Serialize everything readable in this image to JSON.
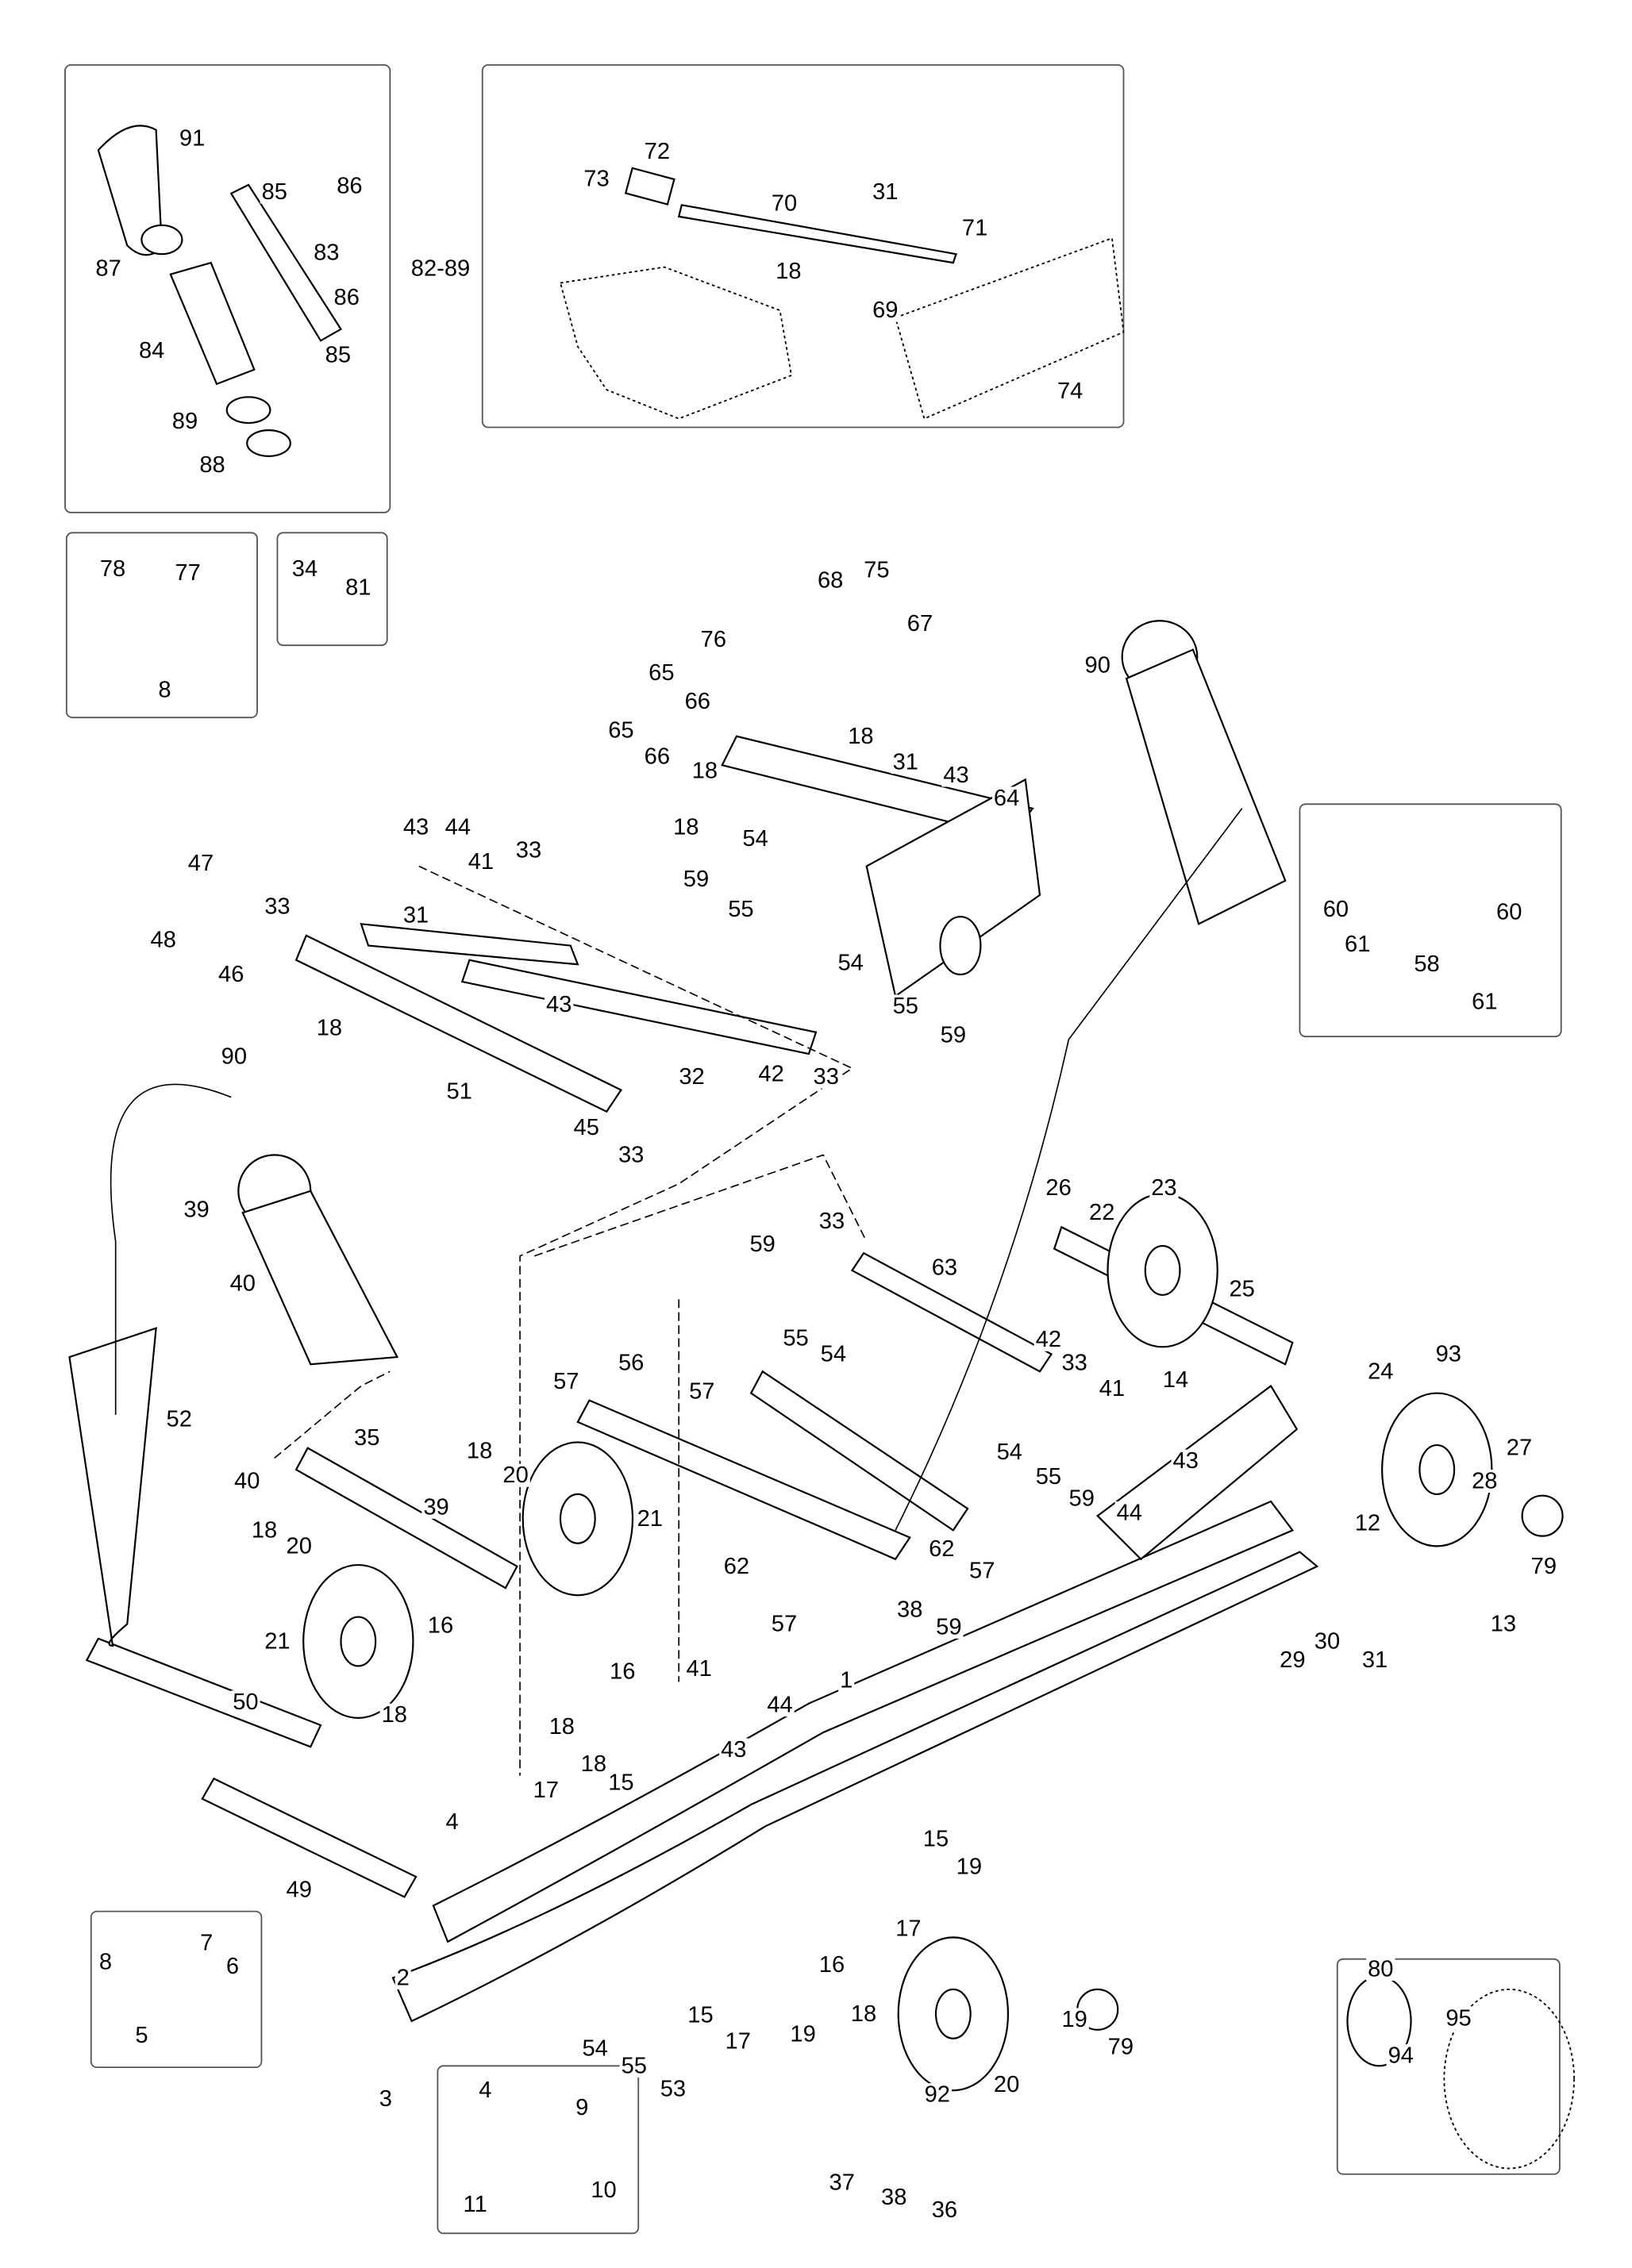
{
  "diagram": {
    "part_labels": [
      "91",
      "85",
      "86",
      "87",
      "83",
      "82-89",
      "86",
      "84",
      "85",
      "89",
      "88",
      "72",
      "73",
      "70",
      "31",
      "71",
      "18",
      "69",
      "74",
      "78",
      "77",
      "8",
      "34",
      "81",
      "68",
      "75",
      "67",
      "76",
      "65",
      "66",
      "90",
      "65",
      "66",
      "18",
      "18",
      "31",
      "43",
      "64",
      "18",
      "54",
      "59",
      "55",
      "54",
      "55",
      "59",
      "60",
      "61",
      "58",
      "60",
      "61",
      "43",
      "44",
      "41",
      "33",
      "47",
      "33",
      "48",
      "46",
      "31",
      "43",
      "18",
      "90",
      "51",
      "32",
      "42",
      "33",
      "45",
      "33",
      "39",
      "40",
      "52",
      "26",
      "23",
      "22",
      "33",
      "59",
      "63",
      "55",
      "54",
      "25",
      "56",
      "57",
      "57",
      "42",
      "33",
      "41",
      "24",
      "93",
      "14",
      "54",
      "55",
      "59",
      "43",
      "44",
      "27",
      "28",
      "79",
      "12",
      "18",
      "20",
      "35",
      "39",
      "40",
      "18",
      "20",
      "21",
      "62",
      "62",
      "57",
      "57",
      "38",
      "59",
      "13",
      "29",
      "30",
      "31",
      "21",
      "16",
      "18",
      "50",
      "16",
      "41",
      "44",
      "1",
      "18",
      "43",
      "18",
      "17",
      "15",
      "4",
      "49",
      "15",
      "19",
      "17",
      "16",
      "7",
      "8",
      "6",
      "5",
      "2",
      "18",
      "15",
      "17",
      "19",
      "54",
      "55",
      "53",
      "3",
      "4",
      "9",
      "10",
      "11",
      "92",
      "20",
      "19",
      "79",
      "37",
      "38",
      "36",
      "80",
      "95",
      "94"
    ]
  }
}
